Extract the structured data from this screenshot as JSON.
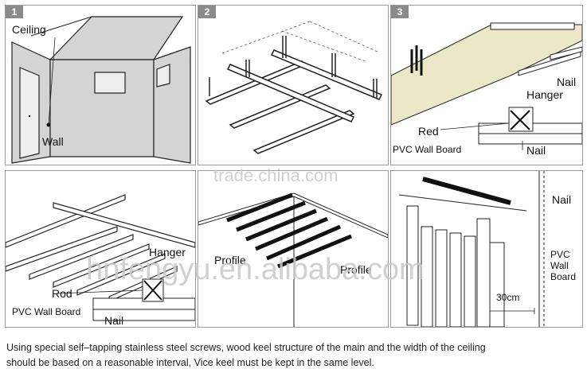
{
  "panels": [
    {
      "step": "1",
      "labels": {
        "ceiling": "Ceiling",
        "wall": "Wall"
      }
    },
    {
      "step": "2"
    },
    {
      "step": "3",
      "labels": {
        "nail": "Nail",
        "hanger": "Hanger",
        "red": "Red",
        "pvc_wall_board": "PVC Wall Board",
        "nail_bottom": "Nail"
      }
    },
    {
      "labels": {
        "hanger": "Hanger",
        "rod": "Rod",
        "pvc_wall_board": "PVC Wall Board",
        "nail": "Nail"
      }
    },
    {
      "labels": {
        "profile_left": "Profile",
        "profile_right": "Profile"
      }
    },
    {
      "labels": {
        "nail": "Nail",
        "pvc_line1": "PVC",
        "pvc_line2": "Wall",
        "pvc_line3": "Board",
        "dimension": "30cm"
      }
    }
  ],
  "watermarks": {
    "top": "trade.china.com",
    "center": "hnfengyu.en.alibaba.com"
  },
  "caption": {
    "line1": "Using special self–tapping stainless steel screws, wood keel structure of the main and the width of the ceiling",
    "line2": "should be based on a reasonable interval, Vice keel must be kept in the same level."
  },
  "colors": {
    "board": "#ece8c7",
    "line": "#222222",
    "step_bg": "#8a8a8a"
  }
}
